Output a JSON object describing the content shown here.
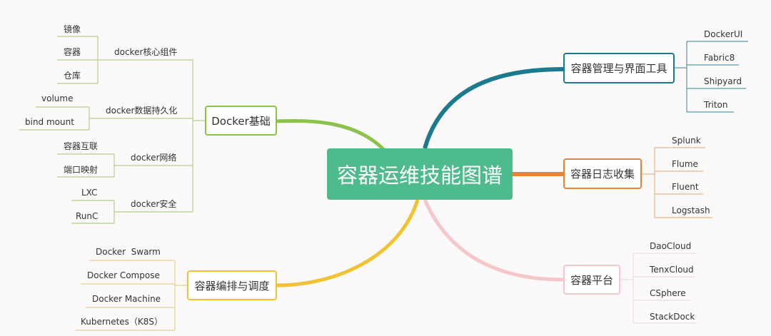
{
  "center": {
    "label": "容器运维技能图谱"
  },
  "colors": {
    "green": "#8bc34a",
    "yellow": "#f1c232",
    "teal": "#1b7a8e",
    "orange": "#e8833a",
    "pink": "#f6c6c9",
    "center": "#4dbb8b"
  },
  "branches": {
    "docker_basics": {
      "label": "Docker基础",
      "groups": [
        {
          "label": "docker核心组件",
          "leaves": [
            "镜像",
            "容器",
            "仓库"
          ]
        },
        {
          "label": "docker数据持久化",
          "leaves": [
            "volume",
            "bind mount"
          ]
        },
        {
          "label": "docker网络",
          "leaves": [
            "容器互联",
            "端口映射"
          ]
        },
        {
          "label": "docker安全",
          "leaves": [
            "LXC",
            "RunC"
          ]
        }
      ]
    },
    "orchestration": {
      "label": "容器编排与调度",
      "leaves": [
        "Docker  Swarm",
        "Docker Compose",
        "Docker Machine",
        "Kubernetes（K8S）"
      ]
    },
    "management": {
      "label": "容器管理与界面工具",
      "leaves": [
        "DockerUI",
        "Fabric8",
        "Shipyard",
        "Triton"
      ]
    },
    "logging": {
      "label": "容器日志收集",
      "leaves": [
        "Splunk",
        "Flume",
        "Fluent",
        "Logstash"
      ]
    },
    "platform": {
      "label": "容器平台",
      "leaves": [
        "DaoCloud",
        "TenxCloud",
        "CSphere",
        "StackDock"
      ]
    }
  }
}
